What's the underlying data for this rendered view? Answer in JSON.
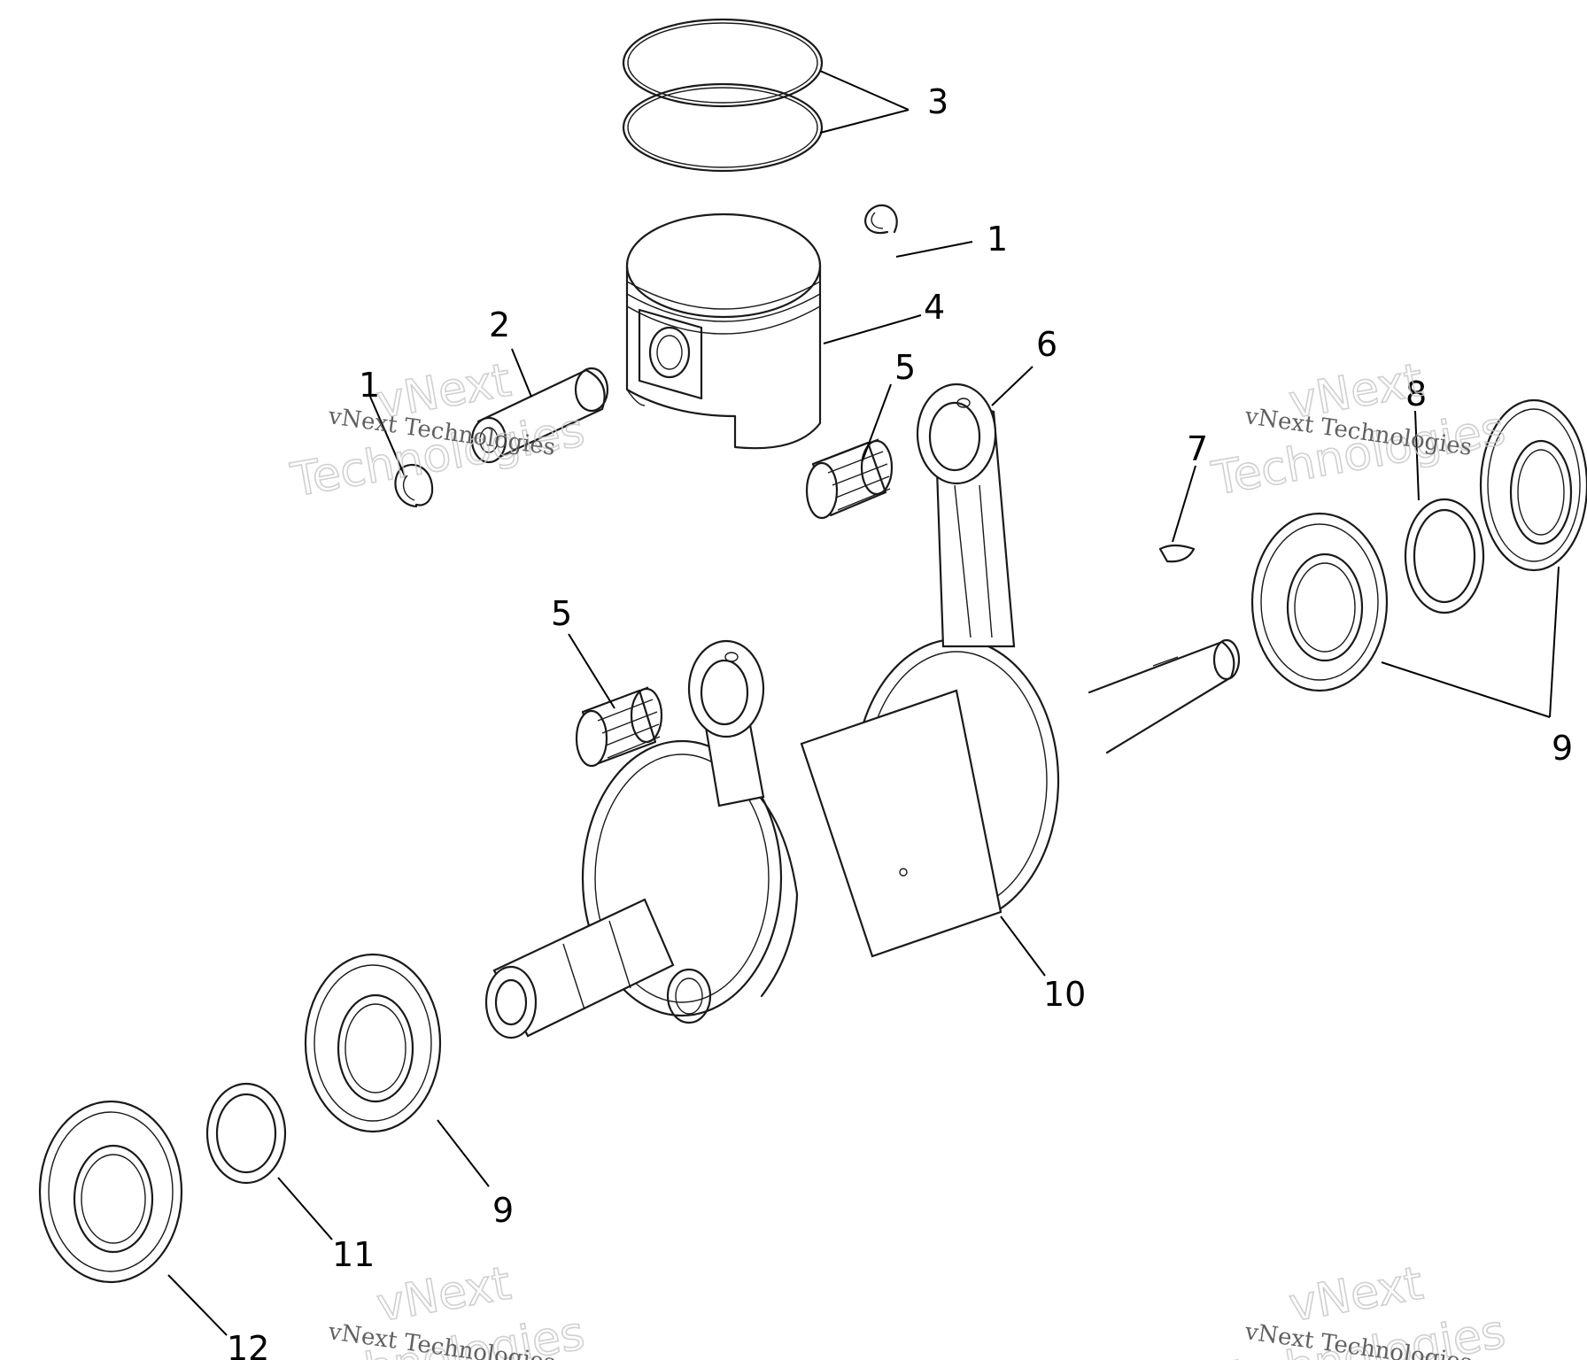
{
  "callouts": {
    "c1a": "1",
    "c1b": "1",
    "c2": "2",
    "c3": "3",
    "c4": "4",
    "c5a": "5",
    "c5b": "5",
    "c6": "6",
    "c7": "7",
    "c8": "8",
    "c9a": "9",
    "c9b": "9",
    "c10": "10",
    "c11": "11",
    "c12": "12"
  },
  "watermark": {
    "line1": "vNext",
    "line2": "Technologies",
    "small": "vNext Technologies"
  }
}
